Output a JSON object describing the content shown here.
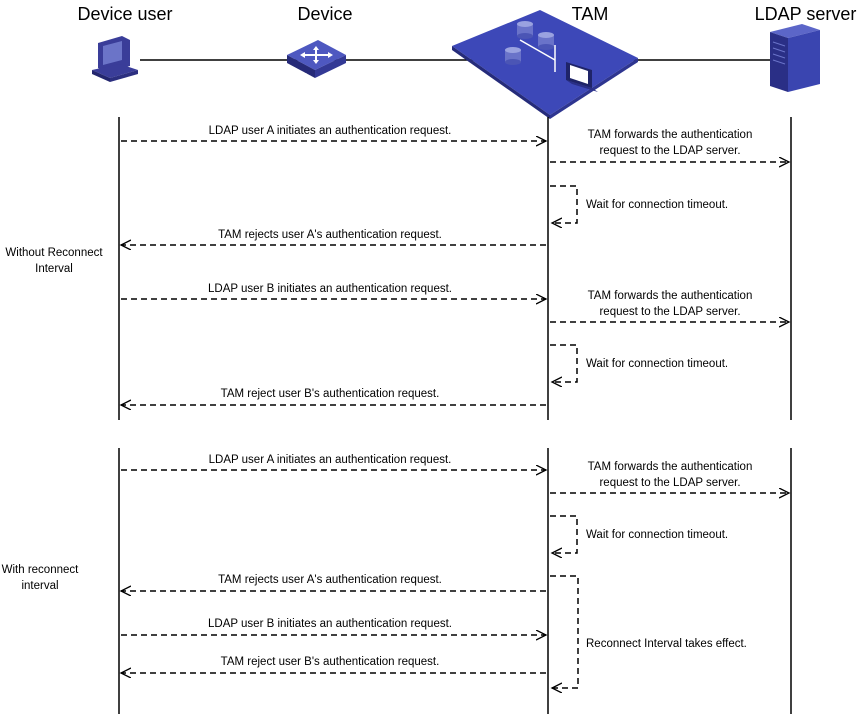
{
  "actors": {
    "device_user": "Device user",
    "device": "Device",
    "tam": "TAM",
    "ldap_server": "LDAP server"
  },
  "icons": {
    "switch_label": "SWITCH"
  },
  "section1": {
    "side_label": "Without Reconnect Interval",
    "m1": "LDAP user A initiates an authentication request.",
    "m2_line1": "TAM forwards the authentication",
    "m2_line2": "request to the LDAP server.",
    "m3": "Wait for connection timeout.",
    "m4": "TAM rejects user A's authentication request.",
    "m5": "LDAP user B initiates an authentication request.",
    "m6_line1": "TAM forwards the authentication",
    "m6_line2": "request to the LDAP server.",
    "m7": "Wait for connection timeout.",
    "m8": "TAM reject user B's authentication request."
  },
  "section2": {
    "side_label": "With reconnect interval",
    "m1": "LDAP user A initiates an authentication request.",
    "m2_line1": "TAM forwards the authentication",
    "m2_line2": "request to the LDAP server.",
    "m3": "Wait for connection timeout.",
    "m4": "TAM rejects user A's authentication request.",
    "m5": "LDAP user B initiates an authentication request.",
    "m6": "TAM reject user B's authentication request.",
    "m7": "Reconnect Interval takes effect."
  }
}
